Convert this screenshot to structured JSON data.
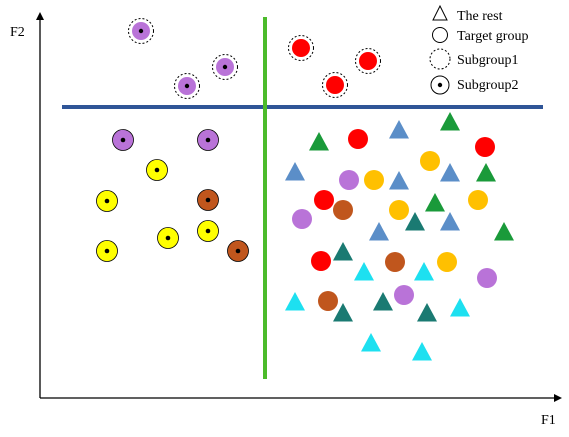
{
  "axes": {
    "x_label": "F1",
    "y_label": "F2"
  },
  "legend": [
    {
      "label": "The rest",
      "icon": "triangle-outline-icon"
    },
    {
      "label": "Target group",
      "icon": "circle-outline-icon"
    },
    {
      "label": "Subgroup1",
      "icon": "dashed-circle-icon"
    },
    {
      "label": "Subgroup2",
      "icon": "dotted-circle-icon"
    }
  ],
  "colors": {
    "axis": "#000000",
    "horizontal_divider": "#2f5597",
    "vertical_divider": "#4cbb2b",
    "purple": "#b973d8",
    "yellow": "#ffff00",
    "brown": "#c0561d",
    "red": "#ff0000",
    "orange": "#ffc000",
    "blue": "#5b8ec8",
    "green": "#1a9a3a",
    "teal": "#1a7a72",
    "cyan": "#1de0f0"
  },
  "markers": {
    "top_left_subgroup1": [
      {
        "color": "purple",
        "style": "dashed-dot"
      },
      {
        "color": "purple",
        "style": "dashed-dot"
      },
      {
        "color": "purple",
        "style": "dashed-dot"
      }
    ],
    "top_right_subgroup1": [
      {
        "color": "red",
        "style": "dashed"
      },
      {
        "color": "red",
        "style": "dashed"
      },
      {
        "color": "red",
        "style": "dashed"
      }
    ],
    "bottom_left_subgroup2": [
      {
        "color": "purple"
      },
      {
        "color": "purple"
      },
      {
        "color": "yellow"
      },
      {
        "color": "yellow"
      },
      {
        "color": "brown"
      },
      {
        "color": "yellow"
      },
      {
        "color": "yellow"
      },
      {
        "color": "yellow"
      },
      {
        "color": "brown"
      }
    ],
    "bottom_right_circles": [
      {
        "color": "red"
      },
      {
        "color": "red"
      },
      {
        "color": "orange"
      },
      {
        "color": "purple"
      },
      {
        "color": "orange"
      },
      {
        "color": "red"
      },
      {
        "color": "brown"
      },
      {
        "color": "orange"
      },
      {
        "color": "purple"
      },
      {
        "color": "orange"
      },
      {
        "color": "red"
      },
      {
        "color": "brown"
      },
      {
        "color": "orange"
      },
      {
        "color": "purple"
      },
      {
        "color": "brown"
      },
      {
        "color": "purple"
      }
    ],
    "bottom_right_triangles": [
      {
        "color": "green"
      },
      {
        "color": "blue"
      },
      {
        "color": "green"
      },
      {
        "color": "blue"
      },
      {
        "color": "blue"
      },
      {
        "color": "blue"
      },
      {
        "color": "green"
      },
      {
        "color": "green"
      },
      {
        "color": "teal"
      },
      {
        "color": "blue"
      },
      {
        "color": "blue"
      },
      {
        "color": "green"
      },
      {
        "color": "teal"
      },
      {
        "color": "cyan"
      },
      {
        "color": "cyan"
      },
      {
        "color": "cyan"
      },
      {
        "color": "teal"
      },
      {
        "color": "teal"
      },
      {
        "color": "teal"
      },
      {
        "color": "cyan"
      },
      {
        "color": "cyan"
      },
      {
        "color": "cyan"
      }
    ]
  }
}
